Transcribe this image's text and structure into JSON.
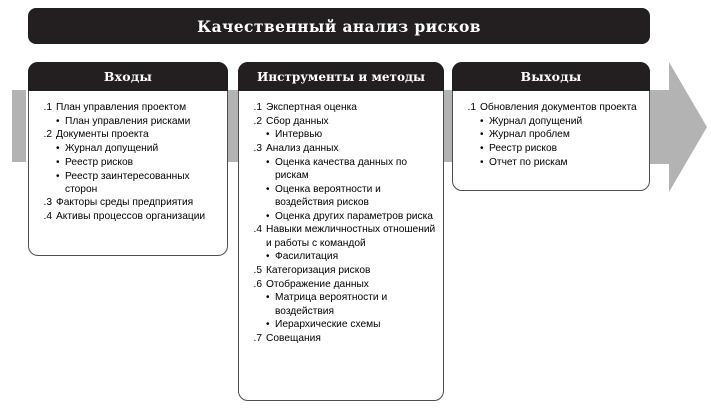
{
  "title": {
    "text": "Качественный анализ рисков"
  },
  "colors": {
    "header_dark": "#231f20",
    "connector_gray": "#b3b3b3",
    "box_border": "#4d4d4d",
    "background": "#ffffff"
  },
  "columns": [
    {
      "id": "inputs",
      "header": "Входы",
      "entries": [
        {
          "num": ".1",
          "text": "План управления проектом",
          "subs": [
            "План управления рисками"
          ]
        },
        {
          "num": ".2",
          "text": "Документы проекта",
          "subs": [
            "Журнал допущений",
            "Реестр рисков",
            "Реестр заинтересованных сторон"
          ]
        },
        {
          "num": ".3",
          "text": "Факторы среды предприятия",
          "subs": []
        },
        {
          "num": ".4",
          "text": "Активы процессов организации",
          "subs": []
        }
      ]
    },
    {
      "id": "tools",
      "header": "Инструменты и методы",
      "entries": [
        {
          "num": ".1",
          "text": "Экспертная оценка",
          "subs": []
        },
        {
          "num": ".2",
          "text": "Сбор данных",
          "subs": [
            "Интервью"
          ]
        },
        {
          "num": ".3",
          "text": "Анализ данных",
          "subs": [
            "Оценка качества данных по рискам",
            "Оценка вероятности и воздействия рисков",
            "Оценка других параметров риска"
          ]
        },
        {
          "num": ".4",
          "text": "Навыки межличностных отношений и работы с командой",
          "subs": [
            "Фасилитация"
          ]
        },
        {
          "num": ".5",
          "text": "Категоризация рисков",
          "subs": []
        },
        {
          "num": ".6",
          "text": "Отображение данных",
          "subs": [
            "Матрица вероятности и воздействия",
            "Иерархические схемы"
          ]
        },
        {
          "num": ".7",
          "text": "Совещания",
          "subs": []
        }
      ]
    },
    {
      "id": "outputs",
      "header": "Выходы",
      "entries": [
        {
          "num": ".1",
          "text": "Обновления документов проекта",
          "subs": [
            "Журнал допущений",
            "Журнал проблем",
            "Реестр рисков",
            "Отчет по рискам"
          ]
        }
      ]
    }
  ],
  "decor": {
    "bullet_glyph": "•",
    "flow_arrow": "flow-arrow-right"
  }
}
